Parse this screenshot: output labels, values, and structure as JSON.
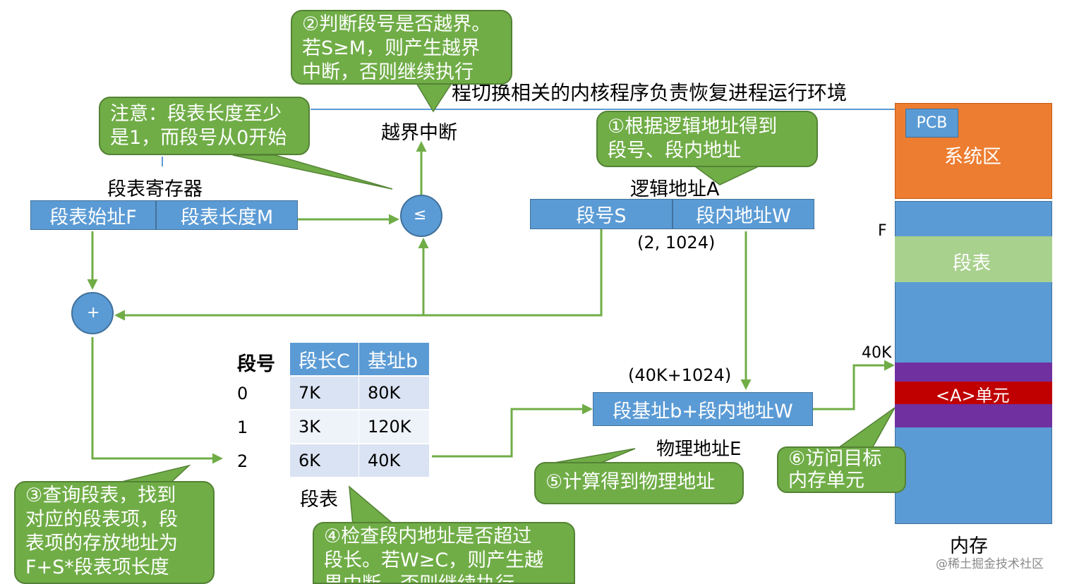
{
  "title_text": "程切换相关的内核程序负责恢复进程运行环境",
  "register": {
    "label": "段表寄存器",
    "start": "段表始址F",
    "length": "段表长度M"
  },
  "comparator_symbol": "≤",
  "adder_symbol": "+",
  "overflow_label": "越界中断",
  "logical": {
    "label": "逻辑地址A",
    "segment": "段号S",
    "offset": "段内地址W",
    "example": "(2, 1024)"
  },
  "seg_table": {
    "caption": "段表",
    "index_header": "段号",
    "headers": [
      "段长C",
      "基址b"
    ],
    "rows": [
      {
        "index": "0",
        "length": "7K",
        "base": "80K"
      },
      {
        "index": "1",
        "length": "3K",
        "base": "120K"
      },
      {
        "index": "2",
        "length": "6K",
        "base": "40K"
      }
    ]
  },
  "physical": {
    "formula": "段基址b+段内地址W",
    "example": "(40K+1024)",
    "label": "物理地址E"
  },
  "memory": {
    "caption": "内存",
    "pcb": "PCB",
    "system_area": "系统区",
    "segment_table": "段表",
    "target_unit": "<A>单元",
    "f_label": "F",
    "k40_label": "40K"
  },
  "callouts": {
    "step1": [
      "①根据逻辑地址得到",
      "段号、段内地址"
    ],
    "step2": [
      "②判断段号是否越界。",
      "若S≥M，则产生越界",
      "中断，否则继续执行"
    ],
    "step3": [
      "③查询段表，找到",
      "对应的段表项，段",
      "表项的存放地址为",
      "F+S*段表项长度"
    ],
    "step4": [
      "④检查段内地址是否超过",
      "段长。若W≥C，则产生越",
      "界中断，否则继续执行"
    ],
    "step5": [
      "⑤计算得到物理地址"
    ],
    "step6": [
      "⑥访问目标",
      "内存单元"
    ],
    "note": [
      "注意：段表长度至少",
      "是1，而段号从0开始"
    ]
  },
  "watermark": "@稀土掘金技术社区",
  "colors": {
    "blue": "#5b9bd5",
    "green_callout": "#70ad47",
    "arrow_green": "#70ad47",
    "orange": "#ed7d31",
    "light_green": "#a9d18e",
    "purple": "#7030a0",
    "red": "#c00000"
  }
}
